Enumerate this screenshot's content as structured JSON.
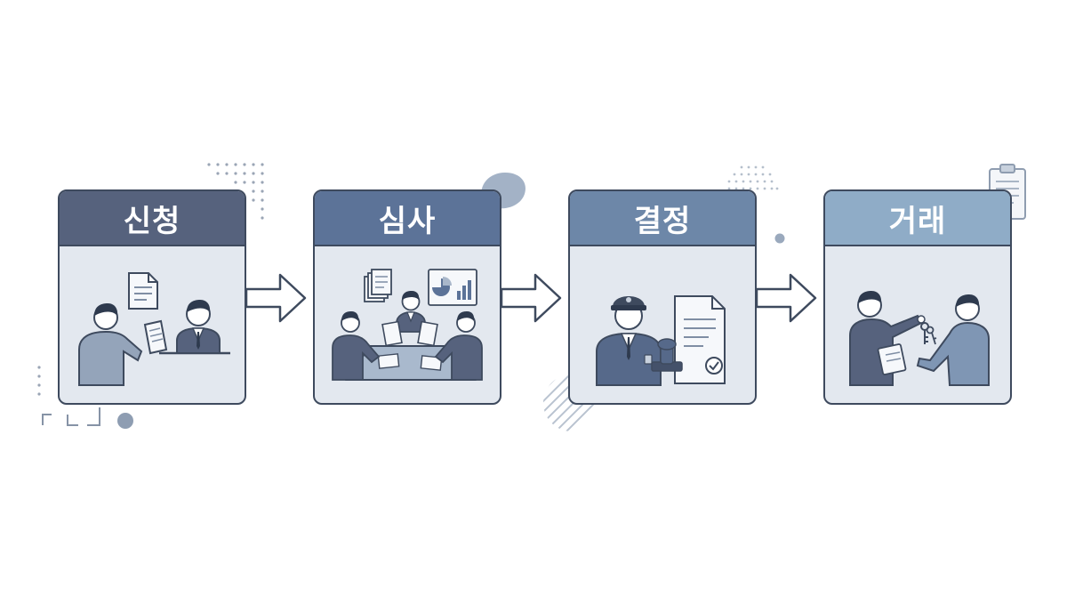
{
  "steps": [
    {
      "title": "신청",
      "header_color": "#56627d",
      "icon": "application-meeting-icon"
    },
    {
      "title": "심사",
      "header_color": "#5c7398",
      "icon": "review-meeting-icon"
    },
    {
      "title": "결정",
      "header_color": "#6d87a8",
      "icon": "officer-stamp-decision-icon"
    },
    {
      "title": "거래",
      "header_color": "#8facc7",
      "icon": "key-handover-icon"
    }
  ],
  "colors": {
    "outline": "#3e4a5e",
    "body_fill": "#e3e8ef",
    "person_fill": "#7f96b4",
    "person_dark": "#44516a"
  }
}
